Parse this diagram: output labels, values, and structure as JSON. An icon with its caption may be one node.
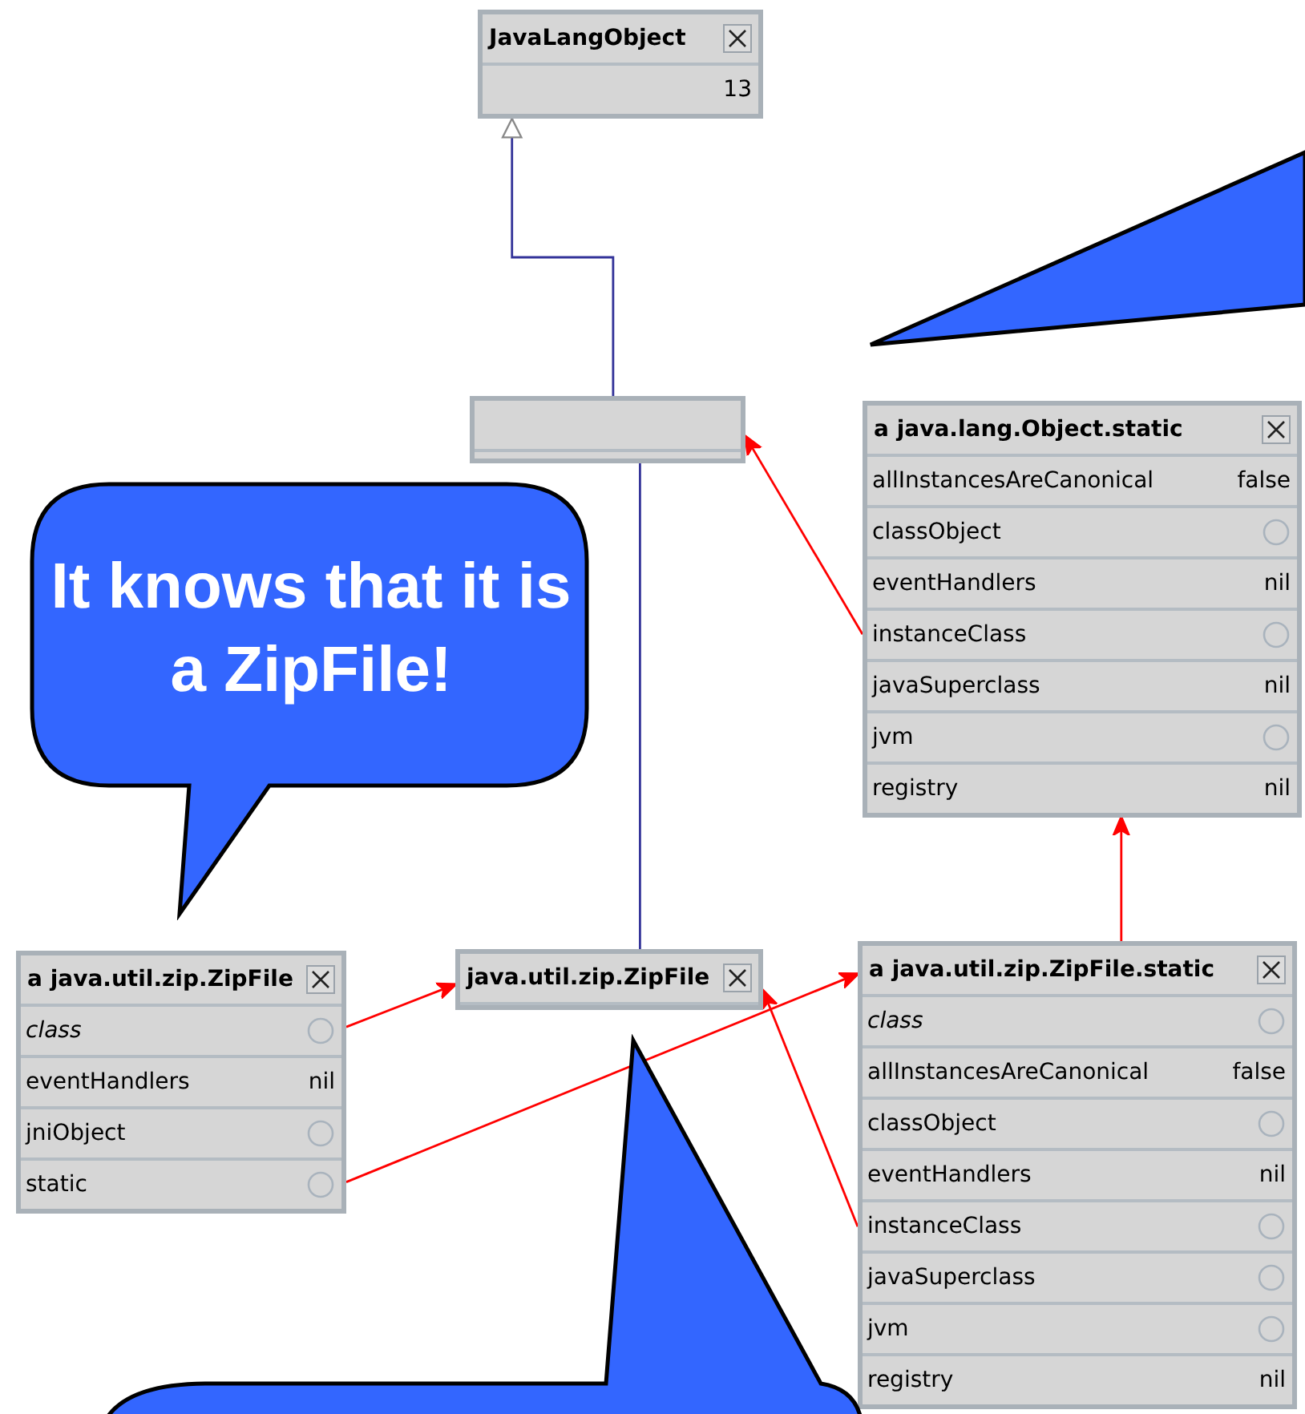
{
  "diagram": {
    "nodes": [
      {
        "text": [
          "JavaLangObject",
          "13"
        ]
      },
      {
        "text": [],
        "shape": "bubble"
      },
      {
        "text": [],
        "shape": "box"
      },
      {
        "text": [
          "a java.lang.Object.static",
          "allInstancesAreCanonical",
          "false",
          "classObject",
          "eventHandlers",
          "nil",
          "instanceClass",
          "javaSuperclass",
          "nil",
          "jvm",
          "registry",
          "nil"
        ]
      },
      {
        "text": [
          "It knows that it is a ZipFile!"
        ]
      },
      {
        "text": [
          "a java.util.zip.ZipFile",
          "class",
          "eventHandlers",
          "nil",
          "jniObject",
          "static"
        ]
      },
      {
        "text": [
          "java.util.zip.ZipFile"
        ]
      },
      {
        "text": [
          "a java.util.zip.ZipFile.static",
          "class",
          "allInstancesAreCanonical",
          "false",
          "classObject",
          "eventHandlers",
          "nil",
          "instanceClass",
          "javaSuperclass",
          "jvm",
          "registry",
          "nil"
        ]
      },
      {
        "text": [],
        "shape": "bubble"
      }
    ],
    "edges": [
      {
        "from": 2,
        "to": 0,
        "arrow": "to",
        "color": "#333399"
      },
      {
        "from": 6,
        "to": 2,
        "arrow": "none",
        "color": "#333399"
      },
      {
        "from": 3,
        "to": 2,
        "arrow": "to"
      },
      {
        "from": 5,
        "to": 6,
        "arrow": "to"
      },
      {
        "from": 5,
        "to": 7,
        "arrow": "to"
      },
      {
        "from": 7,
        "to": 6,
        "arrow": "to"
      },
      {
        "from": 7,
        "to": 3,
        "arrow": "to"
      }
    ]
  }
}
